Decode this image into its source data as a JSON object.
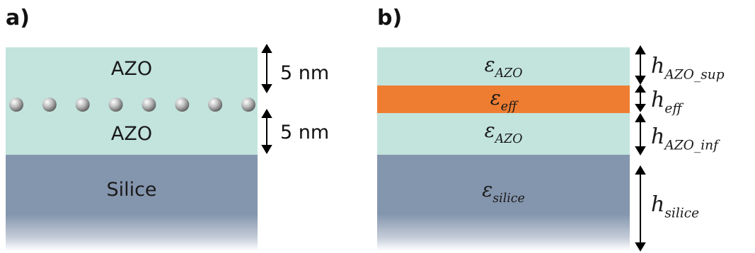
{
  "panel_a": {
    "label": "a)",
    "layers": {
      "azo_top": "AZO",
      "azo_bottom": "AZO",
      "substrate": "Silice"
    },
    "dimensions": {
      "top": "5 nm",
      "bottom": "5 nm"
    },
    "nanoparticle_count": 8
  },
  "panel_b": {
    "label": "b)",
    "layers": {
      "azo_sup": {
        "base": "ε",
        "sub": "AZO"
      },
      "eff": {
        "base": "ε",
        "sub": "eff"
      },
      "azo_inf": {
        "base": "ε",
        "sub": "AZO"
      },
      "silice": {
        "base": "ε",
        "sub": "silice"
      }
    },
    "thickness": {
      "azo_sup": {
        "base": "h",
        "sub": "AZO_sup"
      },
      "eff": {
        "base": "h",
        "sub": "eff"
      },
      "azo_inf": {
        "base": "h",
        "sub": "AZO_inf"
      },
      "silice": {
        "base": "h",
        "sub": "silice"
      }
    }
  },
  "colors": {
    "azo": "#c2e4dd",
    "effective_layer": "#ee7d31",
    "silice": "#8496ae",
    "nanoparticle": "#a8a8a8"
  }
}
